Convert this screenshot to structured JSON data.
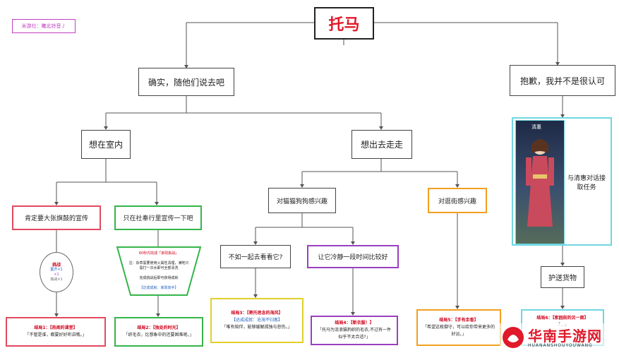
{
  "tag": "米游社：曦北铃音丿",
  "root": "托马",
  "l1": {
    "left": "确实，随他们说去吧",
    "right": "抱歉，我并不是很认可"
  },
  "l2": {
    "left": "想在室内",
    "right": "想出去走走"
  },
  "l3": {
    "a": "肯定要大张旗鼓的宣传",
    "b": "只在社奉行里宣传一下吧",
    "c": "对猫猫狗狗感兴趣",
    "d": "对逛街感兴趣"
  },
  "l4": {
    "c1": "不如一起去看看它?",
    "c2": "让它冷静一段时间比较好"
  },
  "circle": {
    "title": "挑战",
    "l1": "集齐×1",
    "l2": "×1",
    "l3": "挑战×1"
  },
  "trap": {
    "line1": "60秒内完成「家政挑战」",
    "line2": "注：杂草需要使用火属性清理，满地只需打一次水即可全部清洗",
    "line3": "完成挑战后即可获得成就",
    "line4": "【达成成就：家政高手】"
  },
  "qinghui": {
    "name": "清惠",
    "note": "与清惠对话接取任务",
    "escort": "护送货物"
  },
  "endings": [
    {
      "title": "结局1：【热闹的课堂】",
      "text": "「不管是谁，都要好好听讲哦。」"
    },
    {
      "title": "结局2：【独处的时光】",
      "text": "「织毛衣，比想象中的还要困难呢。」"
    },
    {
      "title": "结局3：【寄托思念的海风】",
      "sub": "【达成成就：沧海不归客】",
      "text": "「唯有陪伴，能够缓解孤独与悲伤。」"
    },
    {
      "title": "结局4：【新衣服！】",
      "text": "「托马为流浪猫狗织的毛衣,不过有一件似乎不太合适?」"
    },
    {
      "title": "结局5：【手有余香】",
      "text": "「希望这枚御守，可以给你带来更多的好运。」"
    },
    {
      "title": "结局6：【家园前的另一面】",
      "text": "「…」"
    }
  ],
  "watermark": {
    "cn": "华南手游网",
    "en": "HUANANSHOUYOUWANG"
  }
}
